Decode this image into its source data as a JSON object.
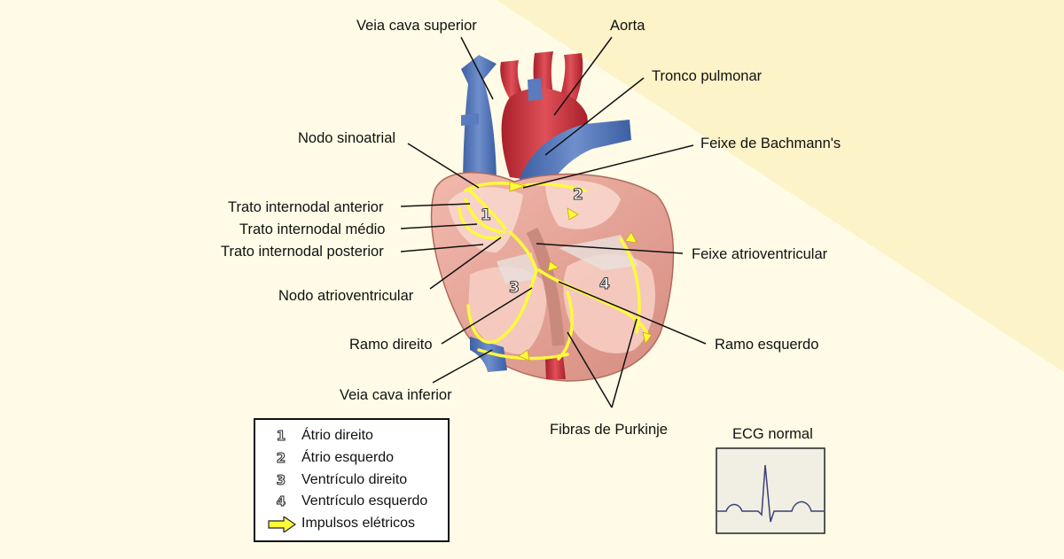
{
  "colors": {
    "background_light": "#fffbe6",
    "background_band": "#fdf3c8",
    "myocardium": "#e9a79a",
    "vein_blue": "#4d6fb0",
    "artery_red": "#c8323a",
    "conduction_yellow": "#fffa3c",
    "ecg_trace": "#3c3e7a",
    "ecg_bg": "#f1efe3"
  },
  "labels": {
    "veia_cava_superior": "Veia cava superior",
    "aorta": "Aorta",
    "tronco_pulmonar": "Tronco pulmonar",
    "nodo_sinoatrial": "Nodo sinoatrial",
    "feixe_bachmann": "Feixe de Bachmann's",
    "trato_anterior": "Trato internodal anterior",
    "trato_medio": "Trato internodal médio",
    "trato_posterior": "Trato internodal posterior",
    "feixe_atrioventricular": "Feixe atrioventricular",
    "nodo_atrioventricular": "Nodo atrioventricular",
    "ramo_direito": "Ramo direito",
    "ramo_esquerdo": "Ramo esquerdo",
    "veia_cava_inferior": "Veia cava inferior",
    "fibras_purkinje": "Fibras de Purkinje"
  },
  "chambers": [
    "1",
    "2",
    "3",
    "4"
  ],
  "legend": {
    "items": [
      {
        "num": "1",
        "label": "Átrio direito"
      },
      {
        "num": "2",
        "label": "Átrio esquerdo"
      },
      {
        "num": "3",
        "label": "Ventrículo direito"
      },
      {
        "num": "4",
        "label": "Ventrículo esquerdo"
      }
    ],
    "arrow_label": "Impulsos elétricos"
  },
  "ecg": {
    "title": "ECG normal"
  }
}
